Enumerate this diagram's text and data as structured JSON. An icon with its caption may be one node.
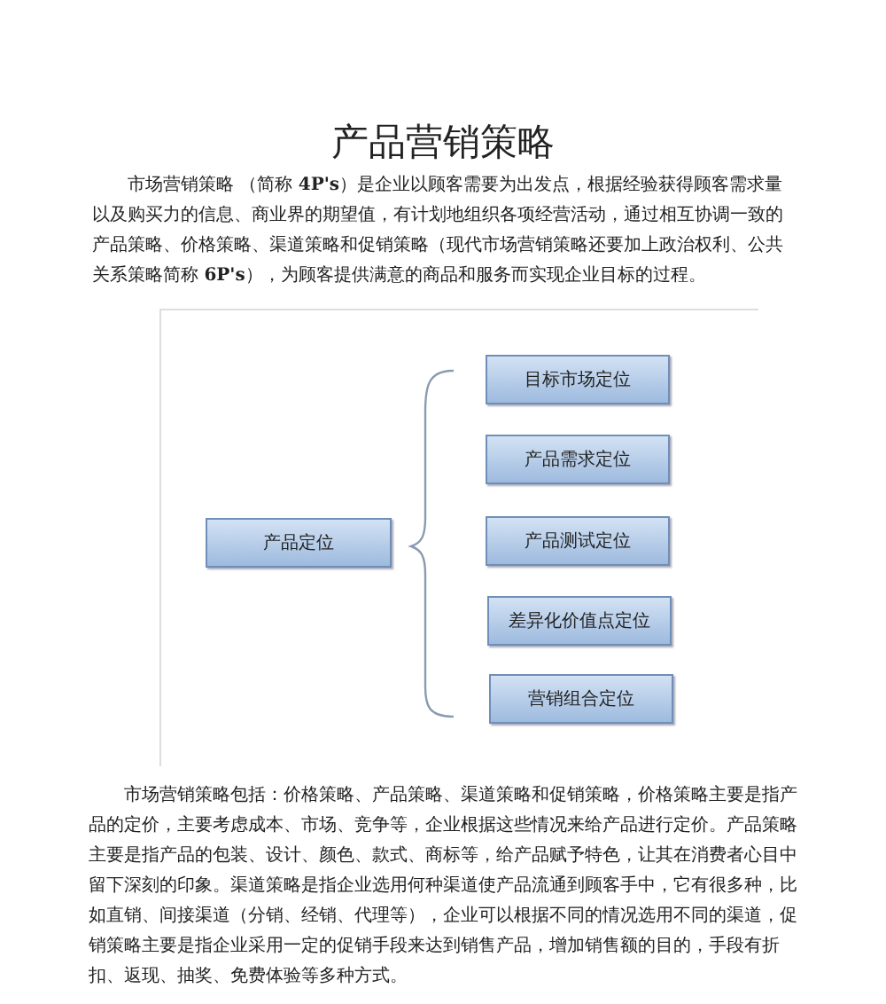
{
  "diagram": {
    "title": "产品营销策略",
    "nodes": [
      {
        "text": [
          "产品定位"
        ]
      },
      {
        "text": [
          "目标市场定位"
        ]
      },
      {
        "text": [
          "产品需求定位"
        ]
      },
      {
        "text": [
          "产品测试定位"
        ]
      },
      {
        "text": [
          "差异化价值点定位"
        ]
      },
      {
        "text": [
          "营销组合定位"
        ]
      }
    ],
    "labels": [
      "市场营销策略 （简称 **4P's**）是企业以顾客需要为出发点，根据经验获得顾客需求量以及购买力的信息、商业界的期望值，有计划地组织各项经营活动，通过相互协调一致的产品策略、价格策略、渠道策略和促销策略（现代市场营销策略还要加上政治权利、公共关系策略简称 **6P's**），为顾客提供满意的商品和服务而实现企业目标的过程。",
      "市场营销策略包括：价格策略、产品策略、渠道策略和促销策略，价格策略主要是指产品的定价，主要考虑成本、市场、竞争等，企业根据这些情况来给产品进行定价。产品策略主要是指产品的包装、设计、颜色、款式、商标等，给产品赋予特色，让其在消费者心目中留下深刻的印象。渠道策略是指企业选用何种渠道使产品流通到顾客手中，它有很多种，比如直销、间接渠道（分销、经销、代理等），企业可以根据不同的情况选用不同的渠道，促销策略主要是指企业采用一定的促销手段来达到销售产品，增加销售额的目的，手段有折扣、返现、抽奖、免费体验等多种方式。"
    ]
  }
}
